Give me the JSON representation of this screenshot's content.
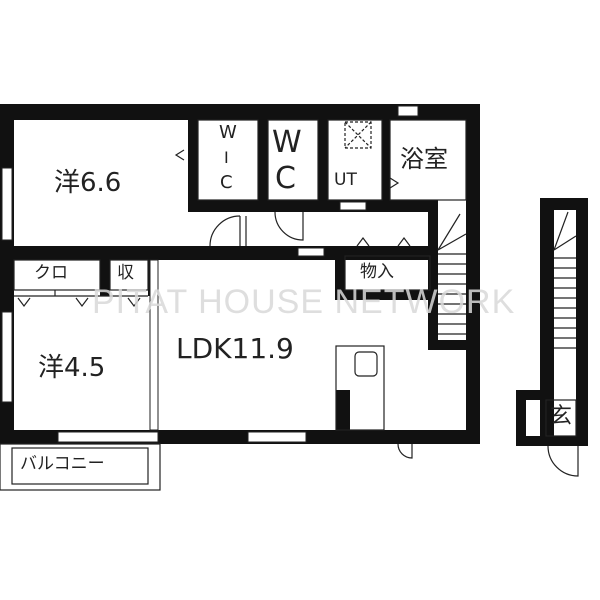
{
  "floorplan": {
    "rooms": {
      "western_room_1": "洋6.6",
      "wic_w": "W",
      "wic_i": "I",
      "wic_c": "C",
      "wc_w": "W",
      "wc_c": "C",
      "utility": "UT",
      "bathroom": "浴室",
      "closet": "クロ",
      "storage": "収",
      "storeroom": "物入",
      "western_room_2": "洋4.5",
      "ldk": "LDK11.9",
      "balcony": "バルコニー",
      "entrance": "玄"
    },
    "watermark": "PITAT HOUSE NETWORK",
    "colors": {
      "wall": "#111111",
      "line": "#222222",
      "watermark": "#d9d9d9"
    }
  }
}
